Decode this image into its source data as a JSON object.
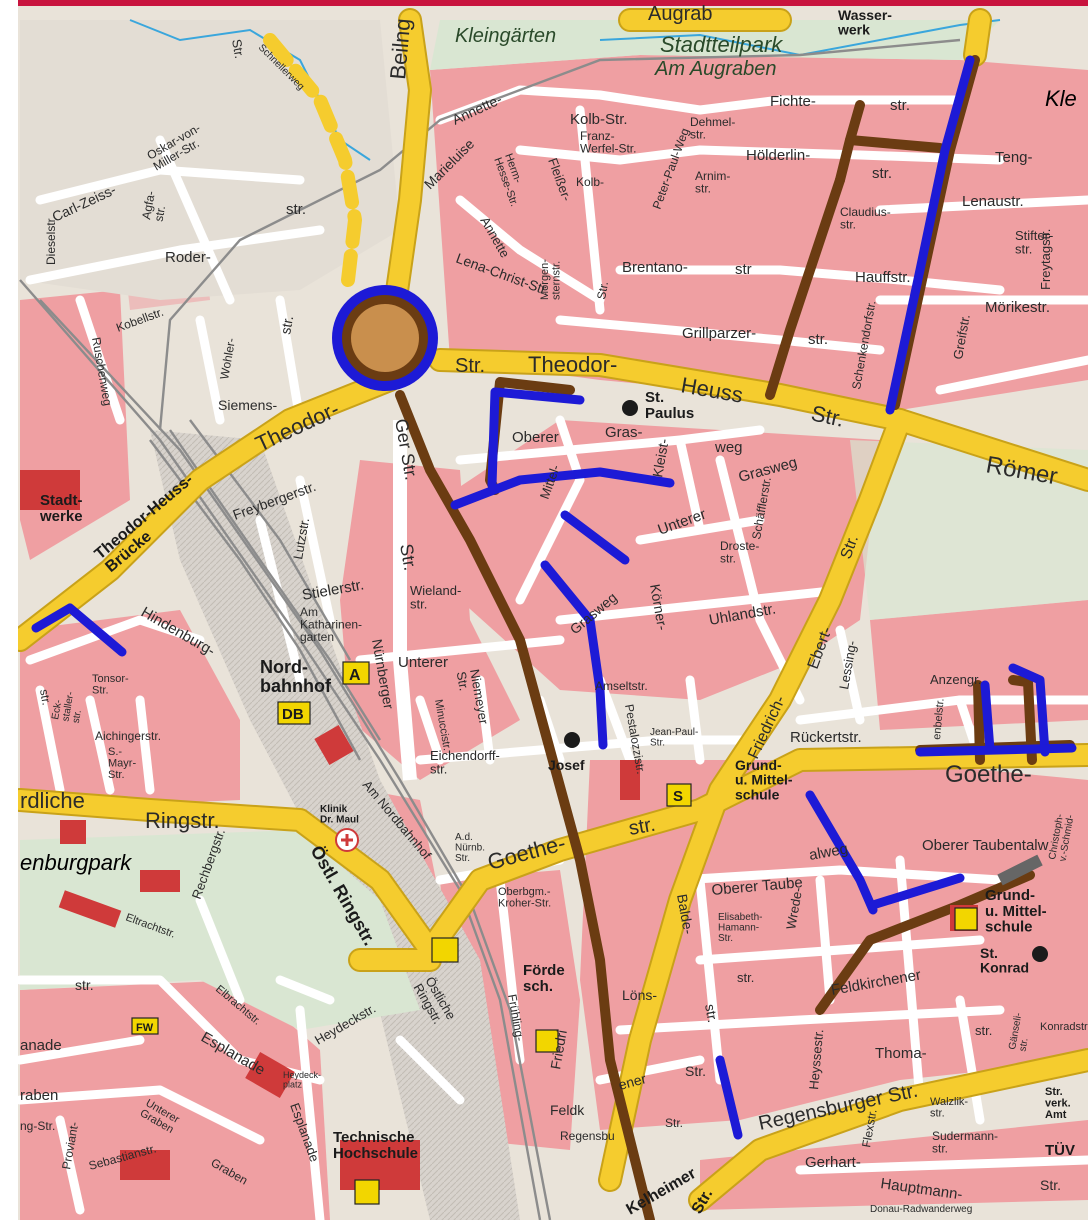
{
  "colors": {
    "background": "#e9e3d9",
    "blocks": "#ef9fa2",
    "minor_road": "#ffffff",
    "main_road": "#f5cc2e",
    "main_road_edge": "#c9a219",
    "rail": "#8c8c8c",
    "park": "#d9e6d2",
    "railway_area": "#d6d3cf",
    "route_brown": "#6b3c12",
    "route_blue": "#1d1ad6",
    "water": "#3aa6dc",
    "frame_top": "#c8143e",
    "pictogram_box": "#f2d600"
  },
  "labels": {
    "augraben_top": "Augrab",
    "kleingarten": "Kleingärten",
    "stadtteilpark": "Stadtteilpark",
    "am_augraben": "Am Augraben",
    "wasserwerk": "Wasser-\nwerk",
    "kle": "Kle",
    "fichte": "Fichte-",
    "fichte_str": "str.",
    "hoelderlin": "Hölderlin-",
    "hoelderlin_str": "str.",
    "teng": "Teng-",
    "lenaustr": "Lenaustr.",
    "claudius": "Claudius-\nstr.",
    "hauffstr": "Hauffstr.",
    "stifter": "Stifter-\nstr.",
    "freytag": "Freytagstr.",
    "moerikestr": "Mörikestr.",
    "greifstr": "Greifstr.",
    "schenkendorf": "Schenkendorfstr.",
    "grillparzer": "Grillparzer-",
    "grillparzer_str": "str.",
    "brentano": "Brentano-",
    "brentano_str": "str",
    "kolb_str": "Kolb-Str.",
    "kolb": "Kolb-",
    "franz_werfel": "Franz-\nWerfel-Str.",
    "dehmel": "Dehmel-\nstr.",
    "arnim": "Arnim-\nstr.",
    "annette": "Annette-",
    "annette2": "Annette",
    "marieluise": "Marieluise",
    "heim_hesse": "Herm-\nHesse-Str.",
    "fleisser": "Fleißer-",
    "lena_christ": "Lena-Christ-Str.",
    "morgenstern": "Morgen-\nsternstr.",
    "str_sm": "Str.",
    "peter_paul": "Peter-Paul-Weg",
    "carl_zeiss": "Carl-Zeiss-",
    "oskar_miller": "Oskar-von-\nMiller-Str.",
    "agfa": "Agfa-\nstr.",
    "roder": "Roder-",
    "roder_str": "str.",
    "dieselstr": "Dieselstr.",
    "ruschenweg": "Ruschenweg",
    "kobellstr": "Kobellstr.",
    "schnellerweg": "Schnellerweg",
    "str_top_left": "Str.",
    "beilng": "Beilng",
    "wohler": "Wohler-",
    "siemens": "Siemens-",
    "siemens_str": "str.",
    "theodor_left": "Theodor-",
    "theodor_heuss_bruecke": "Theodor-Heuss-\nBrücke",
    "str_thh": "Str.",
    "theodor_right": "Theodor-",
    "heuss": "Heuss",
    "heuss_str": "Str.",
    "roemer": "Römer",
    "st_paulus": "St.\nPaulus",
    "oberer": "Oberer",
    "gras": "Gras-",
    "weg": "weg",
    "kleist": "Kleist-",
    "grasweg": "Grasweg",
    "unterer_right": "Unterer",
    "schaeffler": "Schäfflerstr.",
    "droste": "Droste-\nstr.",
    "mittel": "Mittel-",
    "grasweg_lower": "Grasweg",
    "koerner": "Körner-",
    "uhlandstr": "Uhlandstr.",
    "ebert": "Ebert-",
    "friedrich": "Friedrich-",
    "str_f": "Str.",
    "lessing": "Lessing-",
    "anzengr": "Anzengr.",
    "rueckertstr": "Rückertstr.",
    "goethe_right": "Goethe-",
    "oberer_taubental": "Oberer Taubentalw",
    "gruenew": "Grund-\nu. Mittel-\nschule",
    "grund_mittel_right": "Grund-\nu. Mittel-\nschule",
    "st_konrad": "St.\nKonrad",
    "stadtwerke": "Stadt-\nwerke",
    "freyberger": "Freybergerstr.",
    "lutzstr": "Lutzstr.",
    "stielerstr": "Stielerstr.",
    "am_katharinengarten": "Am\nKatharinen-\ngarten",
    "wieland": "Wieland-\nstr.",
    "unterer": "Unterer",
    "nurnberger": "Nürnberger",
    "nurnberger_str": "Str.",
    "ger_str": "Ger Str.",
    "hindenburg": "Hindenburg-",
    "tonsor": "Tonsor-\nStr.",
    "eck": "Eck-\nstaller-\nstr.",
    "aichinger": "Aichingerstr.",
    "s_mayr": "S.-\nMayr-\nStr.",
    "str_left": "str.",
    "nordbahnhof": "Nord-\nbahnhof",
    "db": "DB",
    "a_box": "A",
    "minucci": "Minuccistr.",
    "niemeyer": "Niemeyer\nStr.",
    "josef": "Josef",
    "amselstr": "Amseltstr.",
    "pestalozzi": "Pestalozzistr.",
    "jean_paul": "Jean-Paul-\nStr.",
    "eichendorff": "Eichendorff-\nstr.",
    "s_box": "S",
    "am_nordbahnhof": "Am Nordbahnhof",
    "klinik": "Klinik\nDr. Maul",
    "noerdliche": "rdliche",
    "ringstr": "Ringstr.",
    "goethe_mid": "Goethe-",
    "goethe_str": "str.",
    "nbg_str": "A.d.\nNürnb.\nStr.",
    "enburgpark": "enburgpark",
    "oestl_ringstr": "Östl. Ringstr.",
    "oestliche_ringstr": "Östliche\nRingstr.",
    "rechbergstr": "Rechbergstr.",
    "eltrachtstr": "Eltrachtstr.",
    "elbrachtstr2": "Elbrachtstr.",
    "str_left2": "str.",
    "fw": "FW",
    "esplanade": "Esplanade",
    "anade": "anade",
    "heydeckstr": "Heydeckstr.",
    "heydeckplatz": "Heydeck-\nplatz",
    "graben": "raben",
    "unterer_graben": "Unterer\nGraben",
    "proviant": "Proviant-",
    "sebastian": "Sebastianstr.",
    "ng_str": "ng-Str.",
    "graben2": "Graben",
    "esplanade2": "Esplanade",
    "technische": "Technische\nHochschule",
    "oberbgm": "Oberbgm.-\nKroher-Str.",
    "foerder": "Förde\nsch.",
    "fruehling": "Frühling-",
    "friedr": "Friedri",
    "loens": "Löns-",
    "balde": "Balde-",
    "balde_str": "str.",
    "oberer_taubent": "Oberer Taube",
    "alweg": "alweg",
    "elisabeth": "Elisabeth-\nHamann-\nStr.",
    "wrede": "Wrede-",
    "str_w": "str.",
    "heyssestr": "Heyssestr.",
    "feldkirchener": "Feldkirchener",
    "feldk": "Feldk",
    "ener": "ener",
    "str_mid": "Str.",
    "thoma": "Thoma-",
    "regensburger": "Regensburger Str.",
    "regensburger_left": "Regensbu",
    "str_reg": "Str.",
    "walzlik": "Walzlik-\nstr.",
    "flexstr": "Flexstr.",
    "sudermann": "Sudermann-\nstr.",
    "gerhart": "Gerhart-",
    "hauptmann": "Hauptmann-",
    "str_h": "Str.",
    "donau": "Donau-Radwanderweg",
    "kelheimer": "Kelheimer",
    "kelheimer_str": "Str.",
    "konradstr": "Konradstr.",
    "gaenselstr": "Gänseli-\nstr.",
    "str_k": "str.",
    "tuev": "TÜV",
    "str_verk": "Str.\nverk.\nAmt",
    "christoph": "Christoph-\nv.-Schmid-",
    "enbelstr": "enbelstr."
  }
}
